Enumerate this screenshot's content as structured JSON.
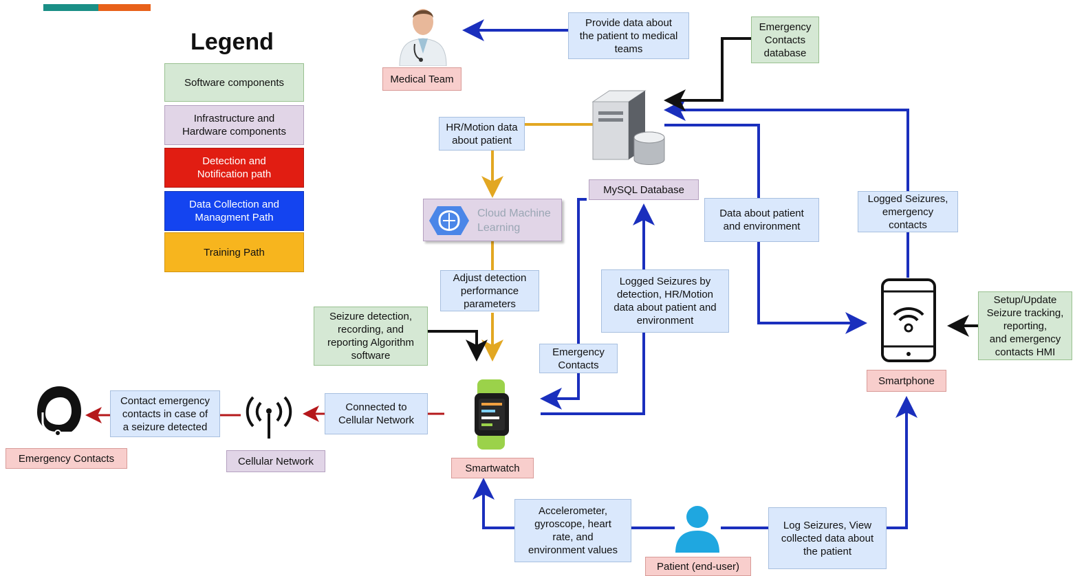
{
  "legend": {
    "title": "Legend",
    "items": [
      {
        "key": "software",
        "label": "Software components"
      },
      {
        "key": "infrastructure",
        "label": "Infrastructure and\nHardware components"
      },
      {
        "key": "detection",
        "label": "Detection and\nNotification path"
      },
      {
        "key": "data_collection",
        "label": "Data Collection and\nManagment Path"
      },
      {
        "key": "training",
        "label": "Training Path"
      }
    ]
  },
  "nodes": {
    "medical_team": "Medical Team",
    "mysql_database": "MySQL Database",
    "cloud_ml": "Cloud Machine\nLearning",
    "smartwatch": "Smartwatch",
    "smartphone": "Smartphone",
    "cellular_network": "Cellular Network",
    "emergency_contacts": "Emergency Contacts",
    "patient": "Patient (end-user)",
    "emergency_contacts_db": "Emergency\nContacts\ndatabase",
    "algorithm_software": "Seizure detection,\nrecording, and\nreporting Algorithm\nsoftware",
    "hmi": "Setup/Update\nSeizure tracking,\nreporting,\nand emergency\ncontacts HMI"
  },
  "notes": {
    "provide_data": "Provide data about\nthe patient to medical\nteams",
    "hr_motion": "HR/Motion data\nabout patient",
    "adjust_detection": "Adjust detection\nperformance\nparameters",
    "logged_seizures_detection": "Logged Seizures by\ndetection, HR/Motion\ndata about patient and\nenvironment",
    "emergency_contacts_note": "Emergency\nContacts",
    "data_patient_env": "Data about patient\nand environment",
    "logged_seizures_contacts": "Logged Seizures,\nemergency\ncontacts",
    "connected_cellular": "Connected to\nCellular Network",
    "contact_emergency": "Contact emergency\ncontacts in case of\na seizure detected",
    "sensor_values": "Accelerometer,\ngyroscope, heart\nrate, and\nenvironment values",
    "log_seizures_view": "Log Seizures, View\ncollected data about\nthe patient"
  },
  "colors": {
    "detection_path": "#b5181b",
    "data_path": "#1a2fbd",
    "training_path": "#e2a722",
    "control_arrow": "#111111",
    "top_bar_teal": "#1a8f86",
    "top_bar_orange": "#e8611a"
  },
  "icons": {
    "medical_team": "doctor-icon",
    "server": "server-database-icon",
    "cloud_ml": "cloud-brain-icon",
    "smartwatch": "smartwatch-icon",
    "smartphone": "smartphone-wireless-icon",
    "cellular": "antenna-icon",
    "emergency_contacts": "headset-user-icon",
    "patient": "user-icon"
  }
}
